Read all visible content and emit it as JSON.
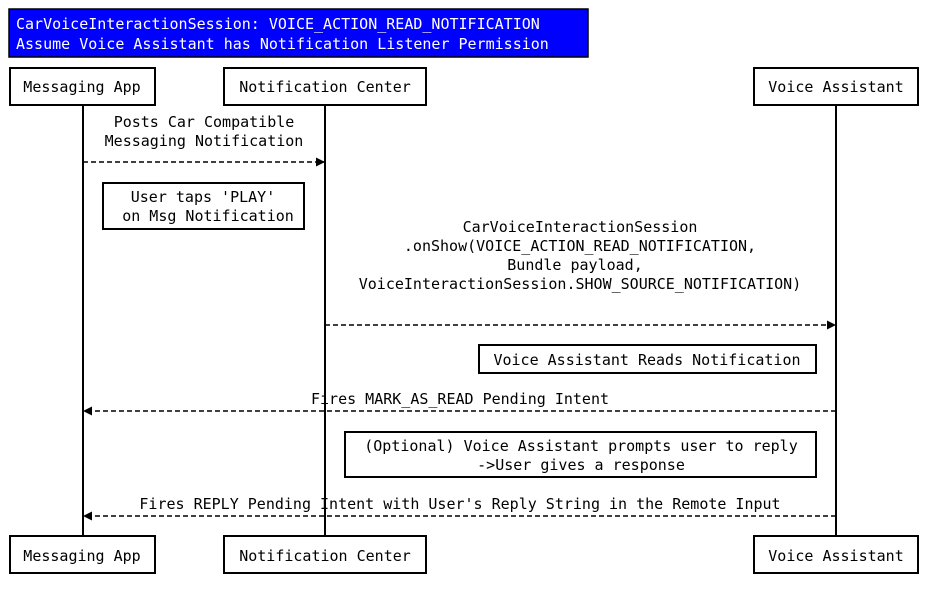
{
  "title_box": {
    "line1": "CarVoiceInteractionSession: VOICE_ACTION_READ_NOTIFICATION",
    "line2": "Assume Voice Assistant has Notification Listener Permission"
  },
  "participants": {
    "messaging": "Messaging App",
    "notification": "Notification Center",
    "assistant": "Voice Assistant"
  },
  "messages": {
    "m1": {
      "line1": "Posts Car Compatible",
      "line2": "Messaging Notification"
    },
    "m2": {
      "line1": "CarVoiceInteractionSession",
      "line2": ".onShow(VOICE_ACTION_READ_NOTIFICATION,",
      "line3": "Bundle payload,",
      "line4": "VoiceInteractionSession.SHOW_SOURCE_NOTIFICATION)"
    },
    "m3": {
      "line1": "Fires MARK_AS_READ Pending Intent"
    },
    "m4": {
      "line1": "Fires REPLY Pending Intent with User's Reply String in the Remote Input"
    }
  },
  "notes": {
    "n1": {
      "line1": "User taps 'PLAY'",
      "line2": "on Msg Notification"
    },
    "n2": {
      "line1": "Voice Assistant Reads Notification"
    },
    "n3": {
      "line1": "(Optional) Voice Assistant prompts user to reply",
      "line2": "->User gives a response"
    }
  },
  "colors": {
    "title_bg": "#0000ff",
    "title_text": "#ffffff",
    "line": "#000000"
  }
}
